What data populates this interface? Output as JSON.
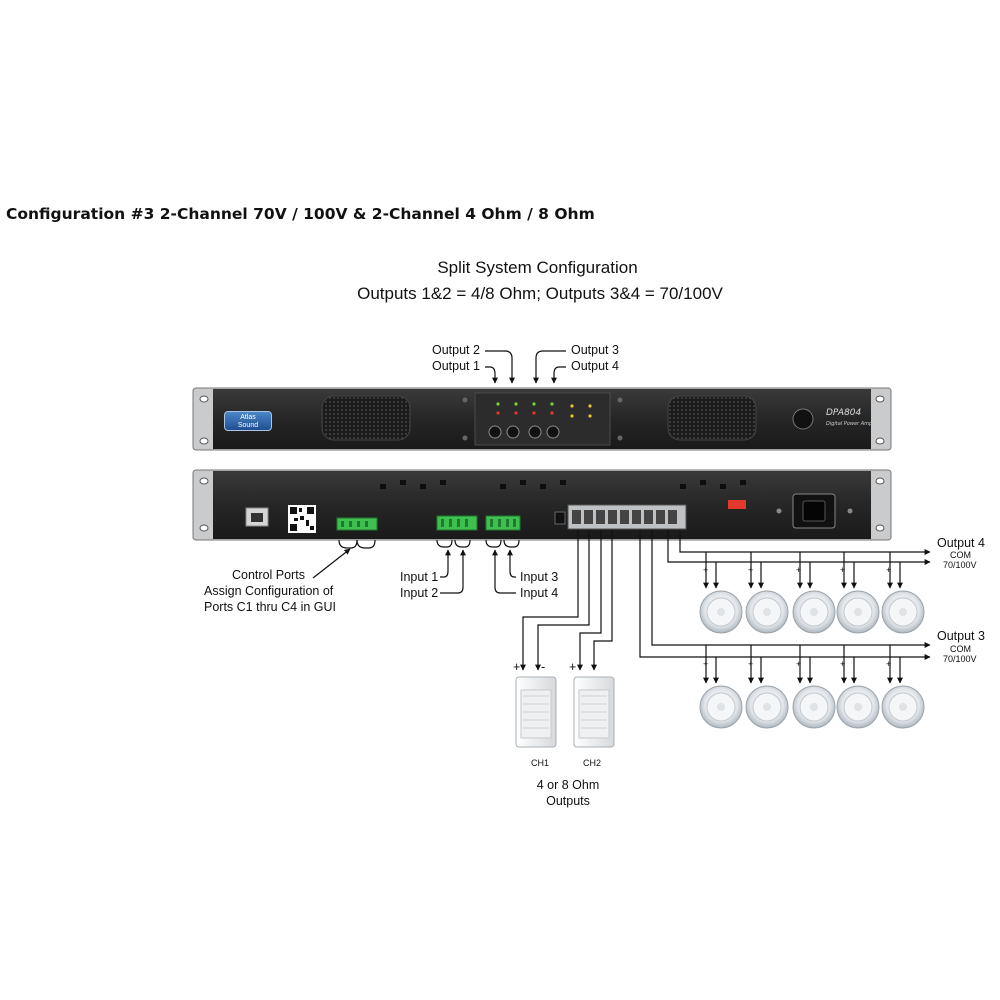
{
  "heading": "Configuration #3 2-Channel 70V / 100V & 2-Channel 4 Ohm / 8 Ohm",
  "title_line1": "Split System Configuration",
  "title_line2": "Outputs 1&2 = 4/8 Ohm; Outputs 3&4 = 70/100V",
  "front_labels": {
    "output2": "Output 2",
    "output1": "Output 1",
    "output3": "Output 3",
    "output4": "Output 4"
  },
  "front_panel": {
    "brand_line1": "Atlas",
    "brand_line2": "Sound",
    "model": "DPA804",
    "model_sub": "Digital Power Amplifier"
  },
  "control_ports": {
    "line1": "Control Ports",
    "line2": "Assign Configuration of",
    "line3": "Ports C1 thru C4 in GUI"
  },
  "inputs": {
    "input1": "Input 1",
    "input2": "Input 2",
    "input3": "Input 3",
    "input4": "Input 4"
  },
  "output4": {
    "label": "Output 4",
    "com": "COM",
    "voltage": "70/100V"
  },
  "output3": {
    "label": "Output 3",
    "com": "COM",
    "voltage": "70/100V"
  },
  "polarity": {
    "plus": "+",
    "minus": "-"
  },
  "speakers": {
    "ch1": "CH1",
    "ch2": "CH2"
  },
  "ohm_outputs": {
    "line1": "4 or 8 Ohm",
    "line2": "Outputs"
  }
}
